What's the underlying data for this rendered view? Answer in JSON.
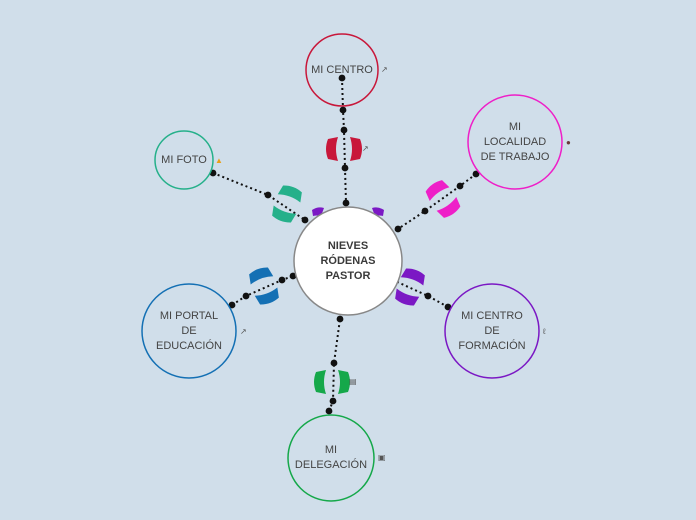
{
  "center": {
    "label": "NIEVES\nRÓDENAS\nPASTOR"
  },
  "nodes": [
    {
      "id": "mi-centro",
      "label": "MI CENTRO",
      "color": "#c8173a",
      "icon": "external-link-icon"
    },
    {
      "id": "mi-localidad",
      "label": "MI\nLOCALIDAD\nDE TRABAJO",
      "color": "#ee1fc8",
      "icon": "map-pin-icon"
    },
    {
      "id": "mi-centro-formacion",
      "label": "MI CENTRO\nDE\nFORMACIÓN",
      "color": "#7b18c4",
      "icon": "link-icon"
    },
    {
      "id": "mi-delegacion",
      "label": "MI\nDELEGACIÓN",
      "color": "#15a84a",
      "icon": "image-icon"
    },
    {
      "id": "mi-portal",
      "label": "MI PORTAL\nDE\nEDUCACIÓN",
      "color": "#1470b4",
      "icon": "external-link-icon"
    },
    {
      "id": "mi-foto",
      "label": "MI FOTO",
      "color": "#25b08a",
      "icon": "google-drive-icon"
    }
  ],
  "colors": {
    "background": "#d0deea",
    "center_border": "#888888",
    "text": "#444444",
    "connector": "#111111"
  }
}
